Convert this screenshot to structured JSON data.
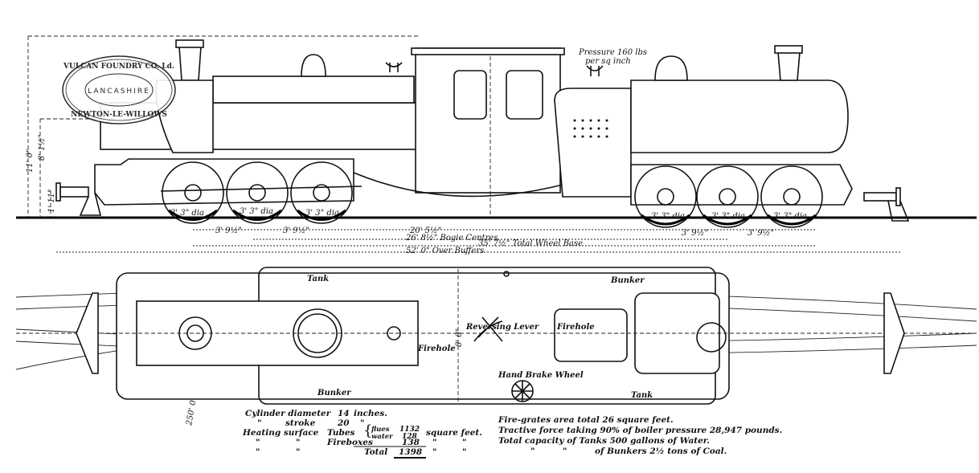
{
  "logo": {
    "top": "VULCAN FOUNDRY CO. Ld.",
    "middle": "LANCASHIRE",
    "bottom": "NEWTON-LE-WILLOWS"
  },
  "elevation": {
    "pressure_line1": "Pressure 160 lbs",
    "pressure_line2": "per sq inch",
    "height_overall": "11' 0\"",
    "height_boiler": "8' 1½\"",
    "height_buffer": "1' 11\"",
    "wheel_dia": [
      "3' 3\" dia",
      "3' 3\" dia",
      "3' 3\" dia",
      "3' 3\" dia",
      "3' 3\" dia",
      "3' 3\" dia"
    ],
    "wheel_spacing": [
      "3' 9½\"",
      "3' 9½\"",
      "3' 9½\"",
      "3' 9½\""
    ],
    "bogie_gap": "20' 5½\"",
    "bogie_centres": "26' 8½\" Bogie Centres",
    "total_wheel_base": "35' 7½\" Total Wheel Base",
    "over_buffers": "52' 0\" Over Buffers"
  },
  "plan": {
    "tank_left": "Tank",
    "bunker_left": "Bunker",
    "bunker_right": "Bunker",
    "tank_right": "Tank",
    "firehole_left": "Firehole",
    "firehole_right": "Firehole",
    "reversing_lever": "Reversing Lever",
    "hand_brake_wheel": "Hand Brake Wheel",
    "width": "8' 0\"",
    "radius": "250' 0\" radius"
  },
  "specs_left": {
    "r1": [
      "Cylinder diameter",
      "14",
      "inches."
    ],
    "r2": [
      "\"",
      "stroke",
      "20",
      "\""
    ],
    "r3": [
      "Heating surface",
      "Tubes",
      "flues",
      "water",
      "1132",
      "128",
      "square feet."
    ],
    "r4": [
      "\"",
      "\"",
      "Fireboxes",
      "138",
      "\"",
      "\""
    ],
    "r5": [
      "\"",
      "\"",
      "Total",
      "1398",
      "\"",
      "\""
    ]
  },
  "specs_right": {
    "l1": "Fire-grates area total 26 square feet.",
    "l2": "Tractive force taking 90% of boiler pressure 28,947 pounds.",
    "l3": "Total capacity of Tanks 500 gallons of Water.",
    "l4a": "\"",
    "l4b": "\"",
    "l4c": "of Bunkers 2½ tons of Coal."
  }
}
